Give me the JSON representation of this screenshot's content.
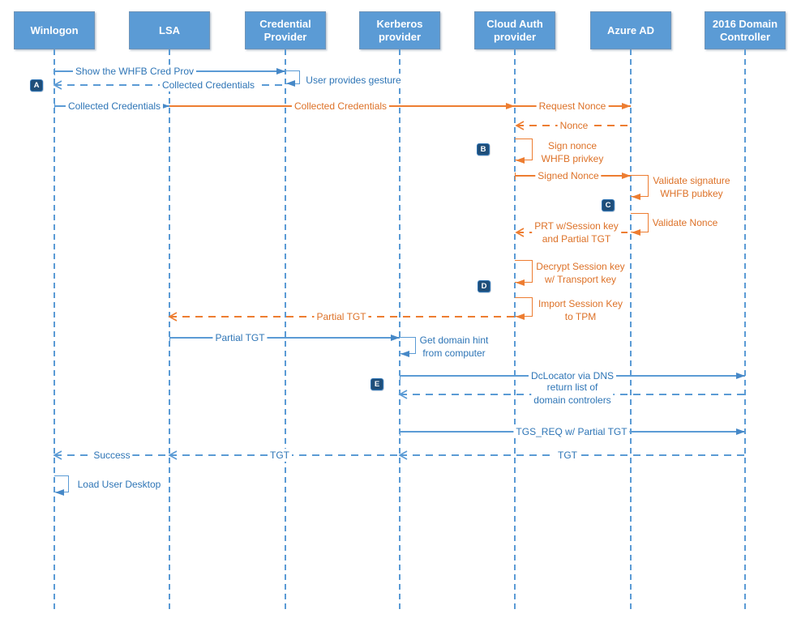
{
  "palette": {
    "header_fill": "#5B9BD5",
    "header_border": "#6f94b8",
    "header_text": "#FFFFFF",
    "blue_line": "#5B9BD5",
    "blue_text": "#2E75B6",
    "orange_line": "#ED7D31",
    "orange_text": "#DD7127",
    "badge_fill": "#1F4E79",
    "badge_text": "#FFFFFF",
    "background": "#FFFFFF"
  },
  "actors": [
    {
      "label": "Winlogon"
    },
    {
      "label": "LSA"
    },
    {
      "label": "Credential Provider"
    },
    {
      "label": "Kerberos provider"
    },
    {
      "label": "Cloud Auth provider"
    },
    {
      "label": "Azure AD"
    },
    {
      "label": "2016 Domain Controller"
    }
  ],
  "badges": [
    {
      "label": "A"
    },
    {
      "label": "B"
    },
    {
      "label": "C"
    },
    {
      "label": "D"
    },
    {
      "label": "E"
    }
  ],
  "messages": [
    {
      "from": "Winlogon",
      "to": "Credential Provider",
      "style": "solid",
      "color": "blue",
      "label": "Show the WHFB Cred Prov"
    },
    {
      "from": "Credential Provider",
      "to": "Credential Provider",
      "style": "self",
      "color": "blue",
      "label": "User provides gesture"
    },
    {
      "from": "Credential Provider",
      "to": "Winlogon",
      "style": "dashed",
      "color": "blue",
      "label": "Collected Credentials"
    },
    {
      "from": "Winlogon",
      "to": "LSA",
      "style": "solid",
      "color": "blue",
      "label": "Collected Credentials"
    },
    {
      "from": "LSA",
      "to": "Cloud Auth provider",
      "style": "solid",
      "color": "orange",
      "label": "Collected Credentials"
    },
    {
      "from": "Cloud Auth provider",
      "to": "Azure AD",
      "style": "solid",
      "color": "orange",
      "label": "Request Nonce"
    },
    {
      "from": "Azure AD",
      "to": "Cloud Auth provider",
      "style": "dashed",
      "color": "orange",
      "label": "Nonce"
    },
    {
      "from": "Cloud Auth provider",
      "to": "Cloud Auth provider",
      "style": "self",
      "color": "orange",
      "label": "Sign nonce\nWHFB privkey"
    },
    {
      "from": "Cloud Auth provider",
      "to": "Azure AD",
      "style": "solid",
      "color": "orange",
      "label": "Signed Nonce"
    },
    {
      "from": "Azure AD",
      "to": "Azure AD",
      "style": "self",
      "color": "orange",
      "label": "Validate signature\nWHFB pubkey"
    },
    {
      "from": "Azure AD",
      "to": "Azure AD",
      "style": "self",
      "color": "orange",
      "label": "Validate Nonce"
    },
    {
      "from": "Azure AD",
      "to": "Cloud Auth provider",
      "style": "dashed",
      "color": "orange",
      "label": "PRT w/Session key\nand Partial TGT"
    },
    {
      "from": "Cloud Auth provider",
      "to": "Cloud Auth provider",
      "style": "self",
      "color": "orange",
      "label": "Decrypt Session key\nw/ Transport key"
    },
    {
      "from": "Cloud Auth provider",
      "to": "Cloud Auth provider",
      "style": "self",
      "color": "orange",
      "label": "Import Session Key\nto TPM"
    },
    {
      "from": "Cloud Auth provider",
      "to": "LSA",
      "style": "dashed",
      "color": "orange",
      "label": "Partial TGT"
    },
    {
      "from": "LSA",
      "to": "Kerberos provider",
      "style": "solid",
      "color": "blue",
      "label": "Partial TGT"
    },
    {
      "from": "Kerberos provider",
      "to": "Kerberos provider",
      "style": "self",
      "color": "blue",
      "label": "Get domain hint\nfrom computer"
    },
    {
      "from": "Kerberos provider",
      "to": "2016 Domain Controller",
      "style": "solid",
      "color": "blue",
      "label": "DcLocator via DNS"
    },
    {
      "from": "2016 Domain Controller",
      "to": "Kerberos provider",
      "style": "dashed",
      "color": "blue",
      "label": "return list of\ndomain controlers"
    },
    {
      "from": "Kerberos provider",
      "to": "2016 Domain Controller",
      "style": "solid",
      "color": "blue",
      "label": "TGS_REQ w/ Partial TGT"
    },
    {
      "from": "2016 Domain Controller",
      "to": "Kerberos provider",
      "style": "dashed",
      "color": "blue",
      "label": "TGT"
    },
    {
      "from": "Kerberos provider",
      "to": "LSA",
      "style": "dashed",
      "color": "blue",
      "label": "TGT"
    },
    {
      "from": "LSA",
      "to": "Winlogon",
      "style": "dashed",
      "color": "blue",
      "label": "Success"
    },
    {
      "from": "Winlogon",
      "to": "Winlogon",
      "style": "self",
      "color": "blue",
      "label": "Load User Desktop"
    }
  ]
}
